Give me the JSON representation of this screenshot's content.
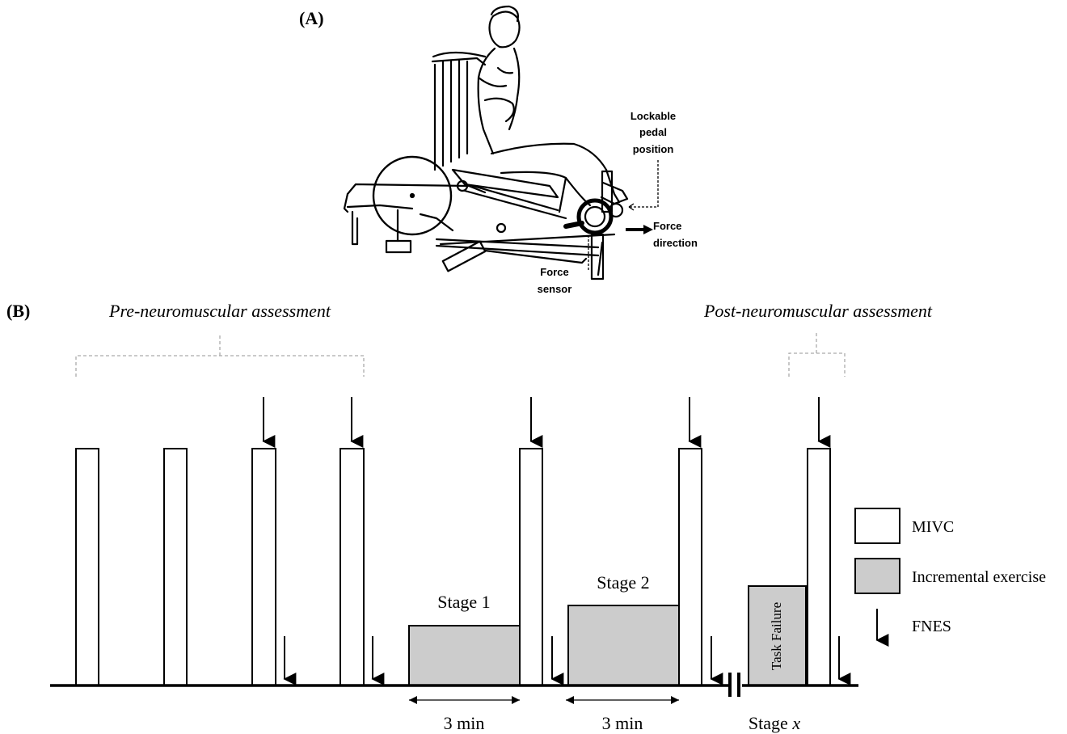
{
  "panel_a": {
    "label": "(A)",
    "illustration": "recumbent-ergometer-with-seated-person",
    "annotations": {
      "pedal_position": [
        "Lockable",
        "pedal",
        "position"
      ],
      "force_direction": [
        "Force",
        "direction"
      ],
      "force_sensor": [
        "Force",
        "sensor"
      ]
    }
  },
  "panel_b": {
    "label": "(B)",
    "pre_assessment": "Pre-neuromuscular assessment",
    "post_assessment": "Post-neuromuscular assessment",
    "stages": [
      "Stage 1",
      "Stage 2"
    ],
    "task_failure": "Task Failure",
    "durations": [
      "3 min",
      "3 min"
    ],
    "stage_x": {
      "prefix": "Stage ",
      "variable": "x"
    },
    "legend": {
      "mivc": "MIVC",
      "incremental": "Incremental exercise",
      "fnes": "FNES"
    },
    "colors": {
      "stroke": "#000000",
      "fill_gray": "#cccccc",
      "bracket": "#aaaaaa"
    }
  }
}
